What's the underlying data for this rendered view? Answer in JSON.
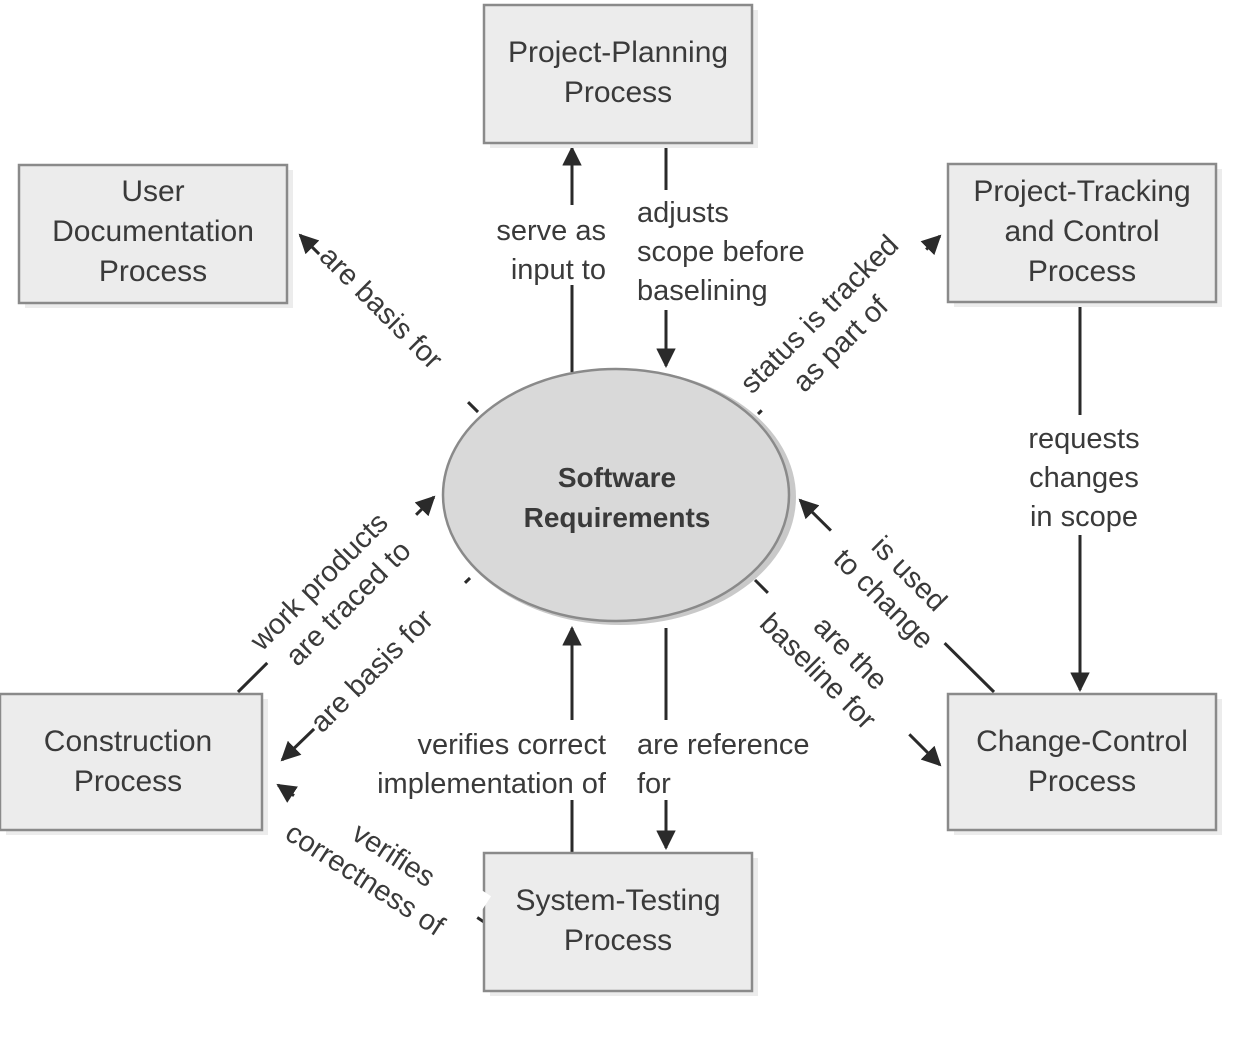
{
  "center": {
    "lines": [
      "Software",
      "Requirements"
    ]
  },
  "processes": {
    "planning": [
      "Project-Planning",
      "Process"
    ],
    "user_doc": [
      "User",
      "Documentation",
      "Process"
    ],
    "tracking": [
      "Project-Tracking",
      "and Control",
      "Process"
    ],
    "construction": [
      "Construction",
      "Process"
    ],
    "change": [
      "Change-Control",
      "Process"
    ],
    "testing": [
      "System-Testing",
      "Process"
    ]
  },
  "labels": {
    "serve_input": [
      "serve as",
      "input to"
    ],
    "adjusts_scope": [
      "adjusts",
      "scope before",
      "baselining"
    ],
    "are_basis_doc": [
      "are basis for"
    ],
    "status_tracked": [
      "status is tracked",
      "as part of"
    ],
    "requests_changes": [
      "requests",
      "changes",
      "in scope"
    ],
    "work_products": [
      "work products",
      "are traced to"
    ],
    "are_basis_construct": [
      "are basis for"
    ],
    "is_used_change": [
      "is used",
      "to change"
    ],
    "are_baseline": [
      "are the",
      "baseline for"
    ],
    "verifies_impl": [
      "verifies correct",
      "implementation of"
    ],
    "are_reference": [
      "are reference",
      "for"
    ],
    "verifies_correct": [
      "verifies",
      "correctness of"
    ]
  },
  "colors": {
    "box_fill": "#ececec",
    "box_stroke": "#8a8a8a",
    "ellipse_fill": "#d9d9d9",
    "line": "#2a2a2a"
  }
}
